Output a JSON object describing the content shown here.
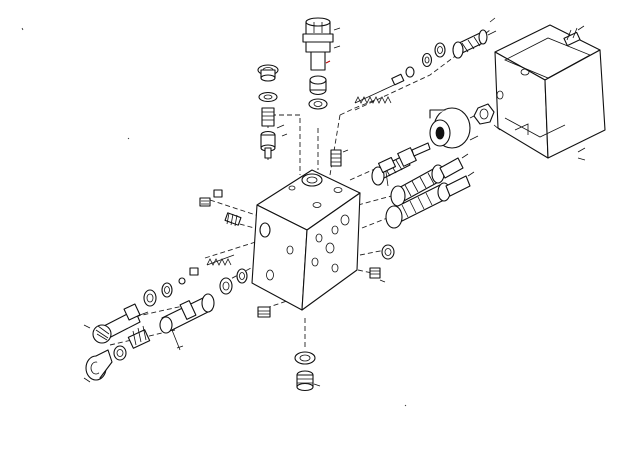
{
  "diagram": {
    "type": "exploded-assembly",
    "parts": [
      "manifold-block",
      "cover-box",
      "solenoid-coil",
      "hex-nut",
      "cartridge-valve",
      "cartridge-valve",
      "cartridge-valve",
      "top-cartridge",
      "left-needle-valve",
      "left-spool-valve",
      "bottom-plug",
      "spring",
      "o-ring",
      "set-screw"
    ],
    "colors": {
      "line": "#111111",
      "background": "#ffffff"
    }
  }
}
